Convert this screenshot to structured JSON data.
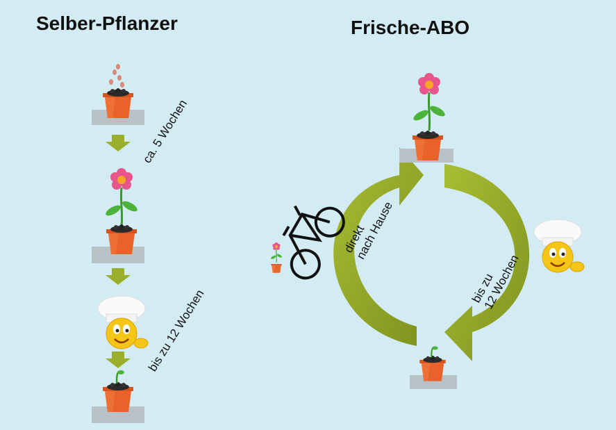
{
  "left_column": {
    "title": "Selber-Pflanzer",
    "step1_label": "ca. 5 Wochen",
    "step2_label": "bis zu 12 Wochen"
  },
  "right_cycle": {
    "title": "Frische-ABO",
    "delivery_line1": "direkt",
    "delivery_line2": "nach Hause",
    "growth_line1": "bis zu",
    "growth_line2": "12 Wochen"
  },
  "colors": {
    "background": "#d3ecf3",
    "arrow_green": "#9aae2a",
    "pot_orange": "#e8622a",
    "flower_pink": "#e8558a"
  }
}
